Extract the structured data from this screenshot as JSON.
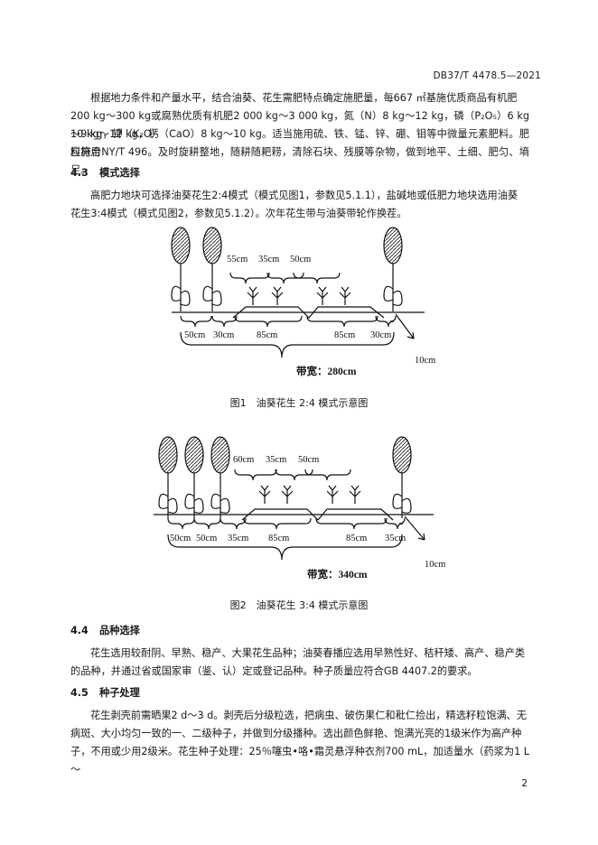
{
  "header": {
    "standard_code": "DB37/T 4478.5—2021"
  },
  "intro_paragraph": {
    "line1": "根据地力条件和产量水平，结合油葵、花生需肥特点确定施肥量，每667 ㎡基施优质商品有机肥",
    "line2": "200 kg～300 kg或腐熟优质有机肥2 000 kg～3 000 kg，氮（N）8 kg～12 kg，磷（P₂O₅）6 kg～9 kg，钾（K₂O）",
    "line3": "10 kg～12 kg，钙（CaO）8 kg～10 kg。适当施用硫、铁、锰、锌、硼、钼等中微量元素肥料。肥料施用",
    "line4": "应符合NY/T 496。及时旋耕整地，随耕随耙耢，清除石块、残膜等杂物，做到地平、土细、肥匀、墒足。"
  },
  "section_43": {
    "number": "4.3",
    "title": "模式选择",
    "line1": "高肥力地块可选择油葵花生2:4模式（模式见图1，参数见5.1.1），盐碱地或低肥力地块选用油葵",
    "line2": "花生3:4模式（模式见图2，参数见5.1.2）。次年花生带与油葵带轮作换茬。"
  },
  "figure1": {
    "caption": "图1　油葵花生 2:4 模式示意图",
    "top_labels": [
      "55cm",
      "35cm",
      "50cm"
    ],
    "bottom_labels": [
      "50cm",
      "30cm",
      "85cm",
      "85cm",
      "30cm"
    ],
    "side_label": "10cm",
    "band_label": "带宽：280cm"
  },
  "figure2": {
    "caption": "图2　油葵花生 3:4 模式示意图",
    "top_labels": [
      "60cm",
      "35cm",
      "50cm"
    ],
    "bottom_labels": [
      "50cm",
      "50cm",
      "35cm",
      "85cm",
      "85cm",
      "35cm"
    ],
    "side_label": "10cm",
    "band_label": "带宽：340cm"
  },
  "section_44": {
    "number": "4.4",
    "title": "品种选择",
    "line1": "花生选用较耐阴、早熟、稳产、大果花生品种；油葵春播应选用早熟性好、秸秆矮、高产、稳产类",
    "line2": "的品种，并通过省或国家审（鉴、认）定或登记品种。种子质量应符合GB 4407.2的要求。"
  },
  "section_45": {
    "number": "4.5",
    "title": "种子处理",
    "line1": "花生剥壳前需晒果2 d～3 d。剥壳后分级粒选，把病虫、破伤果仁和秕仁捡出，精选籽粒饱满、无",
    "line2": "病斑、大小均匀一致的一、二级种子，并做到分级播种。选出颜色鲜艳、饱满光亮的1级米作为高产种",
    "line3": "子，不用或少用2级米。花生种子处理：25％噻虫•咯•霜灵悬浮种衣剂700 mL，加适量水（药浆为1 L～"
  },
  "footer": {
    "page_number": "2"
  }
}
